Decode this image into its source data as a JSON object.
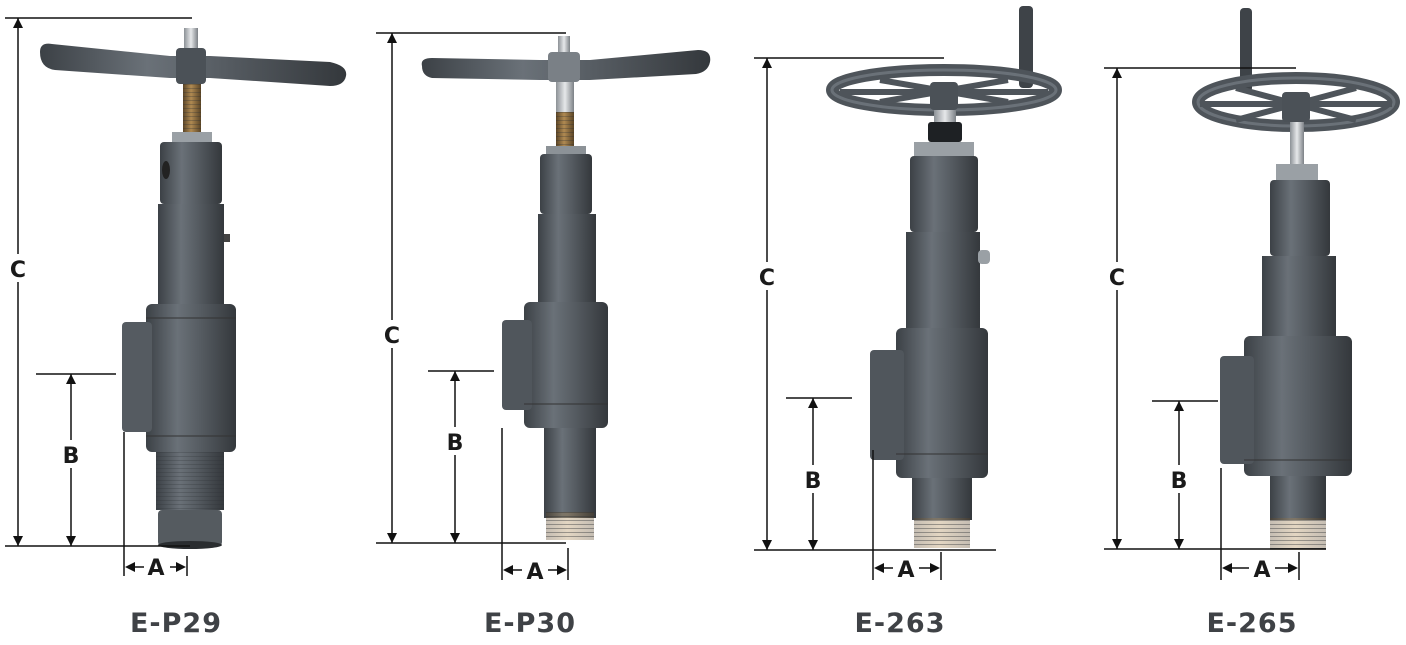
{
  "dimension_labels": {
    "a": "A",
    "b": "B",
    "c": "C"
  },
  "products": [
    {
      "model": "E-P29",
      "operator": "t-handle"
    },
    {
      "model": "E-P30",
      "operator": "t-handle"
    },
    {
      "model": "E-263",
      "operator": "handwheel"
    },
    {
      "model": "E-265",
      "operator": "handwheel"
    }
  ],
  "colors": {
    "valve_body": "#4e545a",
    "valve_highlight": "#666d74",
    "valve_shadow": "#3a3f44",
    "thread": "#8a6a3a",
    "dimension_line": "#111111",
    "label_text": "#3f4246"
  }
}
